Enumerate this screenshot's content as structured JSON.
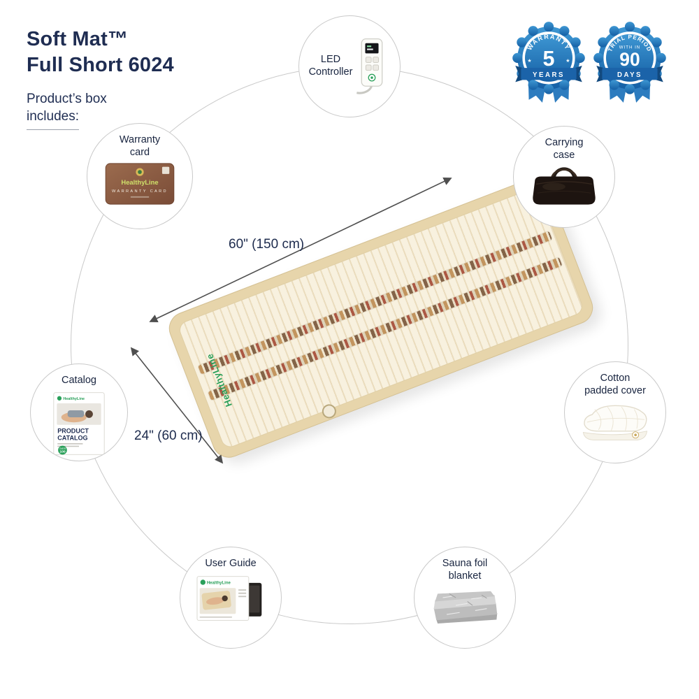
{
  "page": {
    "title_line1": "Soft Mat™",
    "title_line2": "Full Short 6024",
    "subtitle_line1": "Product’s box",
    "subtitle_line2": "includes:"
  },
  "badges": {
    "warranty": {
      "arc_text": "WARRANTY",
      "star": "★",
      "number": "5",
      "banner": "YEARS"
    },
    "trial": {
      "arc_text": "TRIAL PERIOD",
      "small_text": "WITH IN",
      "number": "90",
      "banner": "DAYS"
    }
  },
  "mat": {
    "length_label": "60\" (150 cm)",
    "width_label": "24\" (60 cm)",
    "brand": "HealthyLine"
  },
  "items": {
    "led_controller": {
      "label_line1": "LED",
      "label_line2": "Controller"
    },
    "warranty_card": {
      "label_line1": "Warranty",
      "label_line2": "card",
      "brand": "HealthyLine",
      "card_title": "WARRANTY CARD"
    },
    "carrying_case": {
      "label_line1": "Carrying",
      "label_line2": "case"
    },
    "catalog": {
      "label": "Catalog",
      "brand": "HealthyLine",
      "cover_title_line1": "PRODUCT",
      "cover_title_line2": "CATALOG",
      "badge_top": "OVER",
      "badge_num": "100"
    },
    "cotton_cover": {
      "label_line1": "Cotton",
      "label_line2": "padded cover"
    },
    "sauna_blanket": {
      "label_line1": "Sauna foil",
      "label_line2": "blanket"
    },
    "user_guide": {
      "label": "User Guide",
      "brand": "HealthyLine"
    }
  },
  "colors": {
    "title_navy": "#1f2d52",
    "badge_blue": "#1a6ab5",
    "brand_green": "#2aa05a",
    "mat_beige": "#e7d5ab",
    "circle_gray": "#c9c9c9"
  }
}
